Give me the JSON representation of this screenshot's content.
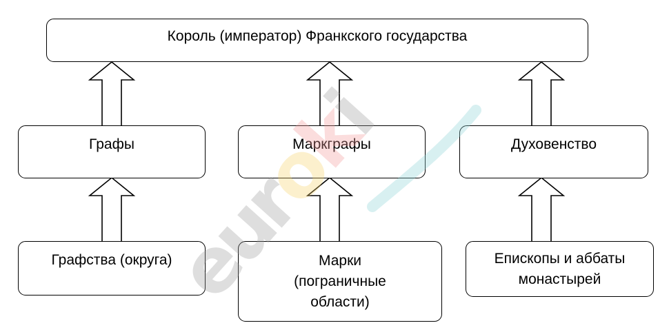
{
  "diagram": {
    "top": {
      "label": "Король (император) Франкского государства"
    },
    "middle": [
      {
        "label": "Графы"
      },
      {
        "label": "Маркграфы"
      },
      {
        "label": "Духовенство"
      }
    ],
    "bottom": [
      {
        "label": "Графства (округа)"
      },
      {
        "line1": "Марки",
        "line2": "(пограничные",
        "line3": "области)"
      },
      {
        "line1": "Епископы и аббаты",
        "line2": "монастырей"
      }
    ]
  },
  "watermark": {
    "text": "euroki",
    "colors": [
      "#9e9e9e",
      "#f39a9a",
      "#f7d26a",
      "#8fd3d6"
    ]
  }
}
